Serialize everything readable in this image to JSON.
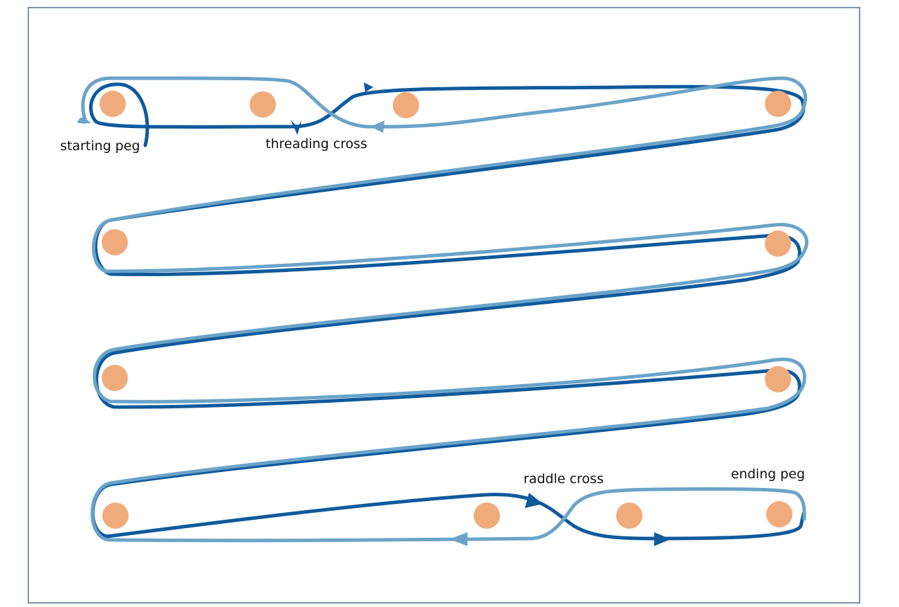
{
  "labels": {
    "starting_peg": "starting peg",
    "threading_cross": "threading cross",
    "raddle_cross": "raddle cross",
    "ending_peg": "ending peg"
  },
  "colors": {
    "peg": "#f0ab7c",
    "thread_dark": "#0e5a9c",
    "thread_light": "#6aa3c8",
    "frame": "#7c93a6",
    "text": "#111111"
  }
}
